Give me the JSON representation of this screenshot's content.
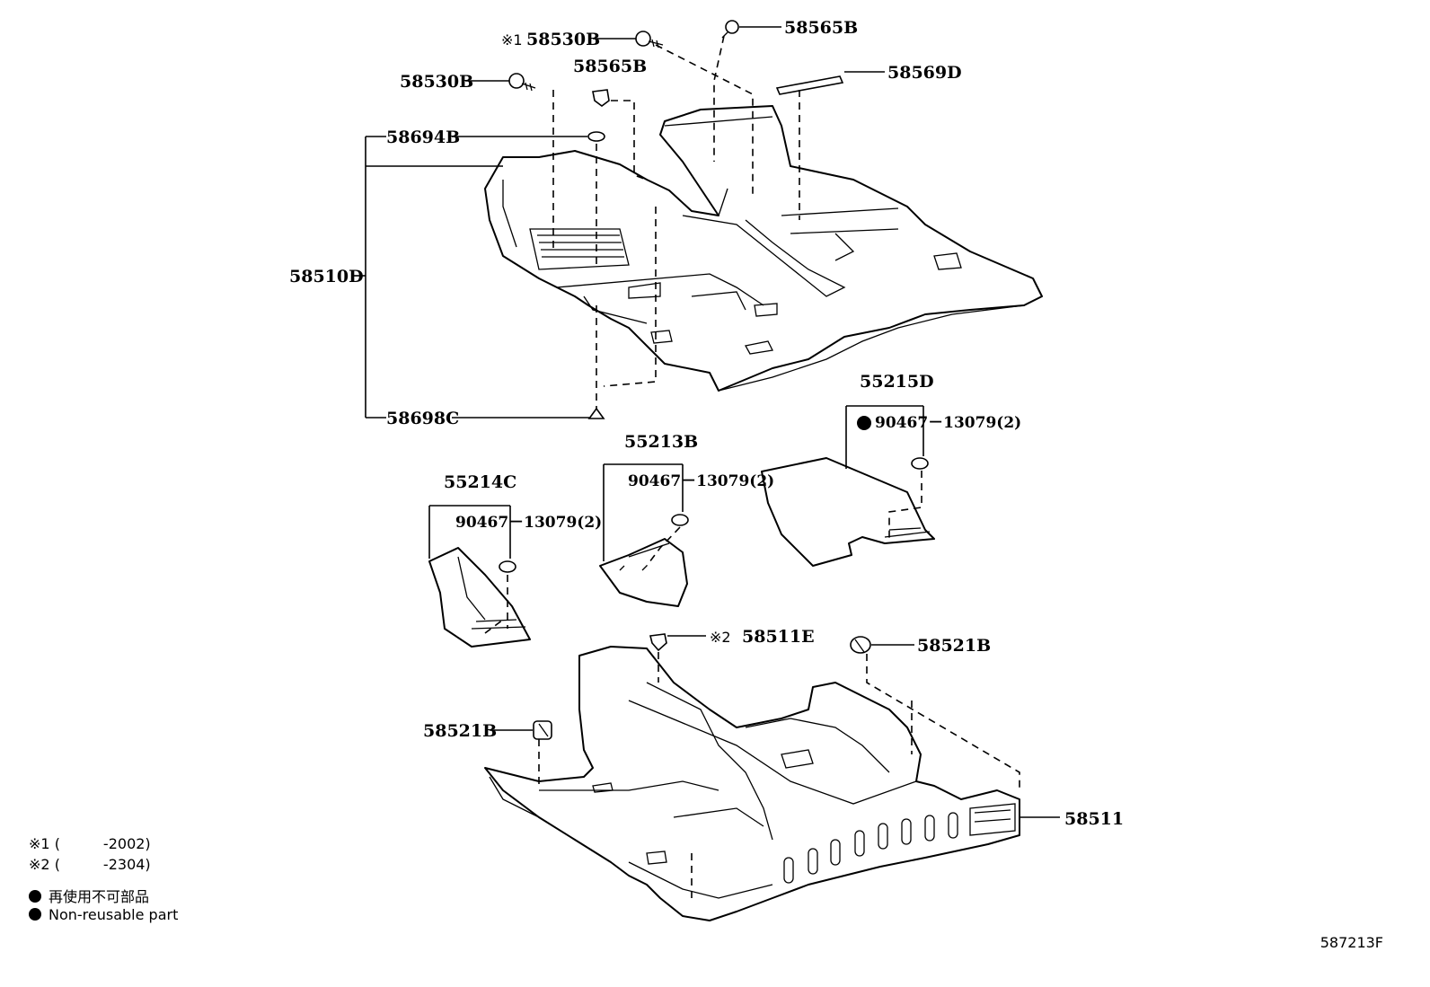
{
  "labels": {
    "p58530B_top": "58530B",
    "p58530B_top_mark": "※1",
    "p58565B_top": "58565B",
    "p58530B_left": "58530B",
    "p58565B_mid": "58565B",
    "p58569D": "58569D",
    "p58694B": "58694B",
    "p58510D": "58510D",
    "p58698C": "58698C",
    "p55215D": "55215D",
    "p90467_a": "90467－13079(2)",
    "p55213B": "55213B",
    "p90467_b": "90467－13079(2)",
    "p55214C": "55214C",
    "p90467_c": "90467－13079(2)",
    "p58511E": "58511E",
    "p58511E_mark": "※2",
    "p58521B_right": "58521B",
    "p58521B_left": "58521B",
    "p58511": "58511"
  },
  "legend": {
    "note1_mark": "※1",
    "note1_text": "(　　　-2002)",
    "note2_mark": "※2",
    "note2_text": "(　　　-2304)",
    "jp": "再使用不可部品",
    "en": "Non-reusable part"
  },
  "figure_code": "587213F"
}
